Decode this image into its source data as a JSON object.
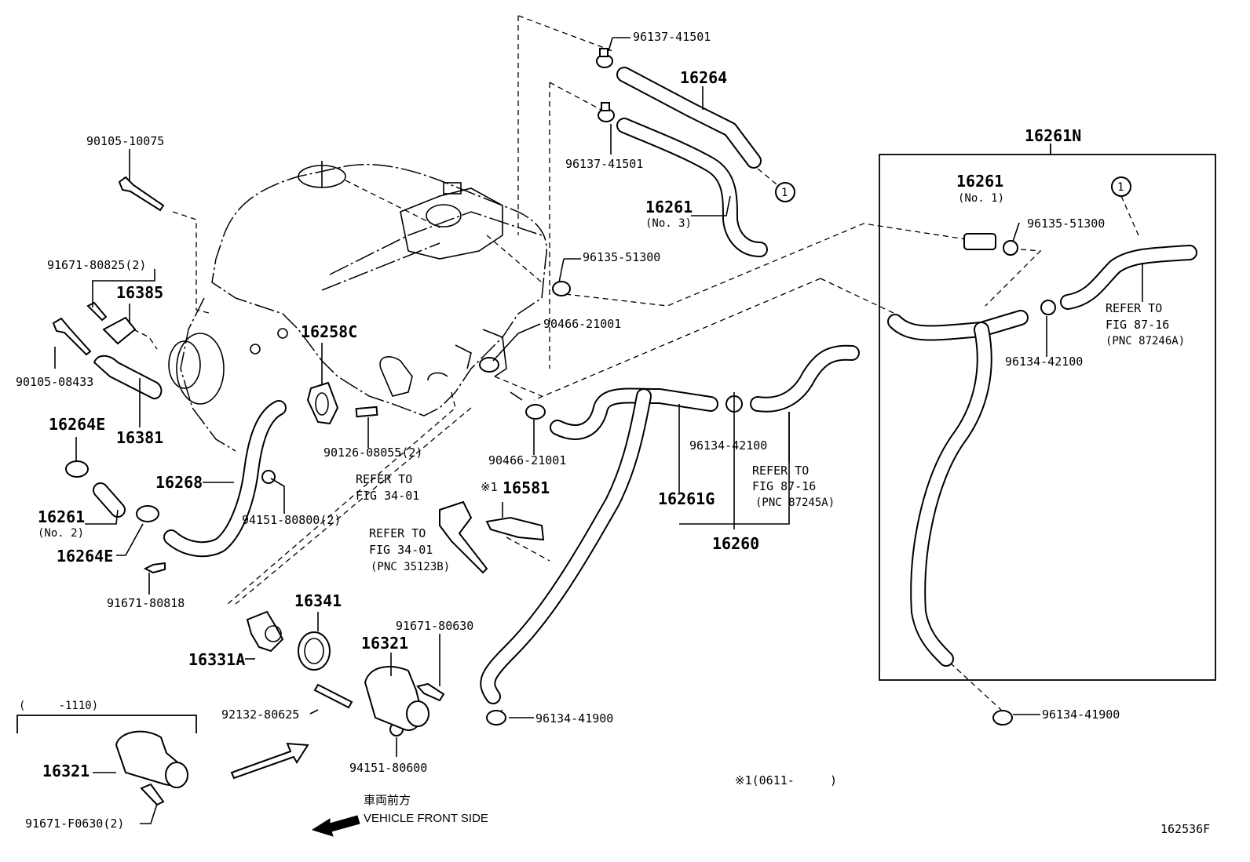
{
  "labels": {
    "p_96137_41501_a": "96137-41501",
    "p_16264": "16264",
    "p_96137_41501_b": "96137-41501",
    "p_16261_no3": "16261",
    "p_16261_no3_sub": "(No. 3)",
    "p_16261n": "16261N",
    "p_16261_no1": "16261",
    "p_16261_no1_sub": "(No. 1)",
    "p_96135_51300_a": "96135-51300",
    "p_96135_51300_b": "96135-51300",
    "p_90105_10075": "90105-10075",
    "p_91671_80825": "91671-80825(2)",
    "p_16385": "16385",
    "p_90105_08433": "90105-08433",
    "p_16381": "16381",
    "p_16258c": "16258C",
    "p_90466_21001_a": "90466-21001",
    "p_90466_21001_b": "90466-21001",
    "p_90126_08055": "90126-08055(2)",
    "p_16264e_a": "16264E",
    "p_16264e_b": "16264E",
    "p_16268": "16268",
    "p_16261_no2": "16261",
    "p_16261_no2_sub": "(No. 2)",
    "p_94151_80800": "94151-80800(2)",
    "p_91671_80818": "91671-80818",
    "p_96134_42100_a": "96134-42100",
    "p_96134_42100_b": "96134-42100",
    "p_16261g": "16261G",
    "p_16260": "16260",
    "p_16581": "16581",
    "p_note_x1": "※1",
    "p_16341": "16341",
    "p_16331a": "16331A",
    "p_16321_a": "16321",
    "p_91671_80630": "91671-80630",
    "p_92132_80625": "92132-80625",
    "p_94151_80600": "94151-80600",
    "p_96134_41900_a": "96134-41900",
    "p_96134_41900_b": "96134-41900",
    "p_16321_b": "16321",
    "p_91671_f0630": "91671-F0630(2)",
    "p_range_1110": "(     -1110)",
    "p_note_0611": "※1(0611-     )",
    "p_circle_1_a": "1",
    "p_circle_1_b": "1",
    "front_jp": "車両前方",
    "front_en": "VEHICLE FRONT SIDE",
    "figure_code": "162536F"
  },
  "refs": {
    "ref_87_16_a": [
      "REFER TO",
      "FIG 87-16",
      "(PNC 87246A)"
    ],
    "ref_87_16_b": [
      "REFER TO",
      "FIG 87-16",
      "(PNC 87245A)"
    ],
    "ref_34_01_a": [
      "REFER TO",
      "FIG 34-01"
    ],
    "ref_34_01_b": [
      "REFER TO",
      "FIG 34-01",
      "(PNC 35123B)"
    ]
  }
}
